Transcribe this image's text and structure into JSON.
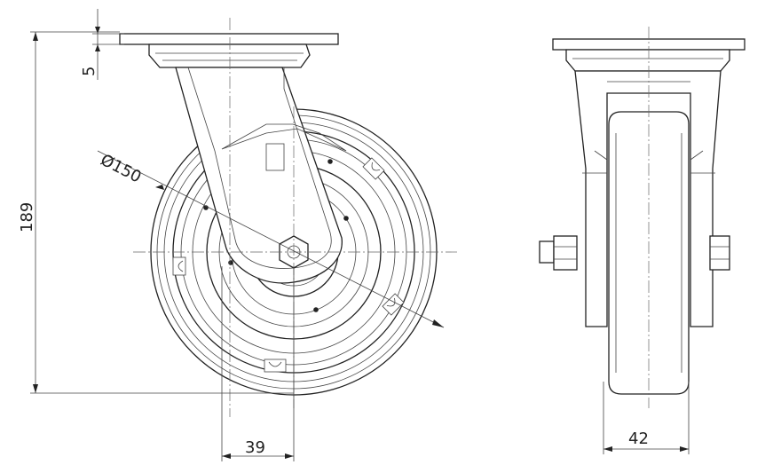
{
  "dimensions": {
    "plate_thickness": "5",
    "overall_height": "189",
    "wheel_diameter": "Ø150",
    "offset": "39",
    "wheel_width": "42"
  },
  "colors": {
    "line": "#222222",
    "background": "#ffffff"
  }
}
